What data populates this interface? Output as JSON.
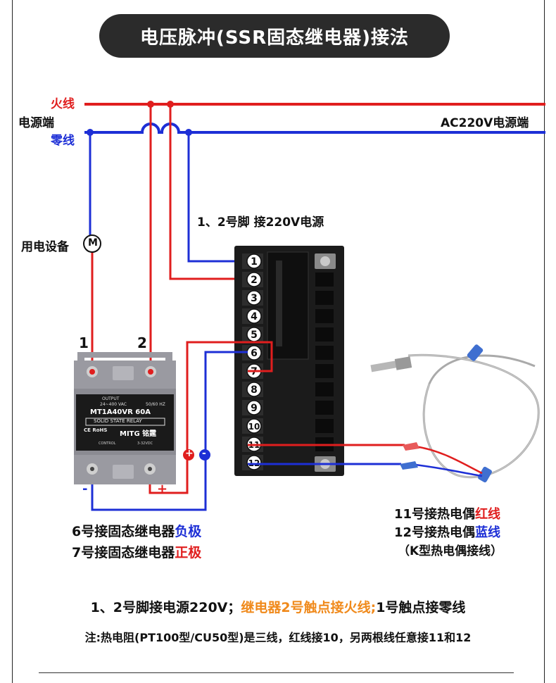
{
  "title": "电压脉冲(SSR固态继电器)接法",
  "power": {
    "live_label": "火线",
    "terminal_label": "电源端",
    "neutral_label": "零线",
    "ac_label": "AC220V电源端"
  },
  "device_label": "用电设备",
  "motor_symbol": "M",
  "pins_note": "1、2号脚 接220V电源",
  "controller": {
    "terminals": [
      "1",
      "2",
      "3",
      "4",
      "5",
      "6",
      "7",
      "8",
      "9",
      "10",
      "11",
      "12"
    ]
  },
  "ssr": {
    "terminal_1": "1",
    "terminal_2": "2",
    "model": "MT1A40VR 60A",
    "subtitle": "SOLID STATE RELAY",
    "brand": "MITG 铭霆",
    "output_label": "OUTPUT",
    "output_range": "24~400 VAC",
    "freq": "50/60 HZ",
    "control_label": "CONTROL",
    "control_range": "3-32VDC",
    "cert": "CE RoHS",
    "minus": "-",
    "plus": "+"
  },
  "markers": {
    "plus": "+",
    "minus": "-"
  },
  "pin6_note": {
    "prefix": "6号接固态继电器",
    "highlight": "负极"
  },
  "pin7_note": {
    "prefix": "7号接固态继电器",
    "highlight": "正极"
  },
  "thermo": {
    "line11_prefix": "11号接热电偶",
    "line11_highlight": "红线",
    "line12_prefix": "12号接热电偶",
    "line12_highlight": "蓝线",
    "type_note": "（K型热电偶接线）"
  },
  "bottom_note": {
    "part1": "1、2号脚接电源220V；",
    "part2": "继电器2号触点接火线;",
    "part3": "1号触点接零线"
  },
  "footnote": "注:热电阻(PT100型/CU50型)是三线，红线接10，另两根线任意接11和12",
  "colors": {
    "live": "#e01e1e",
    "neutral": "#1d2fd6",
    "title_bg": "#2b2b2b",
    "accent": "#f08a1c"
  }
}
